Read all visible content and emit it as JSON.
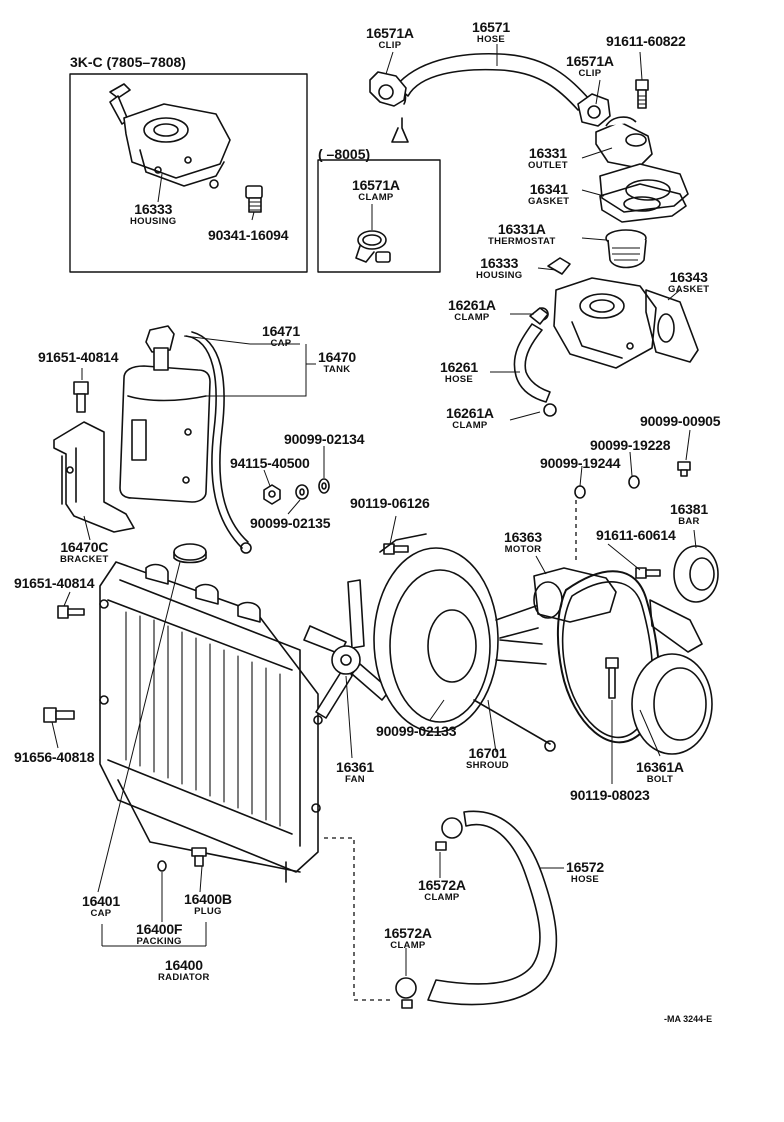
{
  "variants": {
    "left_box": "3K-C (7805–7808)",
    "mid_box": "(      –8005)"
  },
  "catalog_code": "-MA 3244-E",
  "labels": {
    "p16571A_top": {
      "part": "16571A",
      "name": "CLIP"
    },
    "p16571": {
      "part": "16571",
      "name": "HOSE"
    },
    "p16571A_right": {
      "part": "16571A",
      "name": "CLIP"
    },
    "p91611_60822": {
      "part": "91611-60822",
      "name": ""
    },
    "p16333_box": {
      "part": "16333",
      "name": "HOUSING"
    },
    "p90341_16094": {
      "part": "90341-16094",
      "name": ""
    },
    "p16571A_clamp": {
      "part": "16571A",
      "name": "CLAMP"
    },
    "p16331": {
      "part": "16331",
      "name": "OUTLET"
    },
    "p16341": {
      "part": "16341",
      "name": "GASKET"
    },
    "p16331A": {
      "part": "16331A",
      "name": "THERMOSTAT"
    },
    "p16333": {
      "part": "16333",
      "name": "HOUSING"
    },
    "p16343": {
      "part": "16343",
      "name": "GASKET"
    },
    "p16261A_top": {
      "part": "16261A",
      "name": "CLAMP"
    },
    "p16261": {
      "part": "16261",
      "name": "HOSE"
    },
    "p16261A_bot": {
      "part": "16261A",
      "name": "CLAMP"
    },
    "p16471": {
      "part": "16471",
      "name": "CAP"
    },
    "p16470": {
      "part": "16470",
      "name": "TANK"
    },
    "p91651_40814_a": {
      "part": "91651-40814",
      "name": ""
    },
    "p16470C": {
      "part": "16470C",
      "name": "BRACKET"
    },
    "p91651_40814_b": {
      "part": "91651-40814",
      "name": ""
    },
    "p91656_40818": {
      "part": "91656-40818",
      "name": ""
    },
    "p90099_02134": {
      "part": "90099-02134",
      "name": ""
    },
    "p94115_40500": {
      "part": "94115-40500",
      "name": ""
    },
    "p90099_02135": {
      "part": "90099-02135",
      "name": ""
    },
    "p90119_06126": {
      "part": "90119-06126",
      "name": ""
    },
    "p90099_00905": {
      "part": "90099-00905",
      "name": ""
    },
    "p90099_19228": {
      "part": "90099-19228",
      "name": ""
    },
    "p90099_19244": {
      "part": "90099-19244",
      "name": ""
    },
    "p16381": {
      "part": "16381",
      "name": "BAR"
    },
    "p16363": {
      "part": "16363",
      "name": "MOTOR"
    },
    "p91611_60614": {
      "part": "91611-60614",
      "name": ""
    },
    "p90099_02133": {
      "part": "90099-02133",
      "name": ""
    },
    "p16361": {
      "part": "16361",
      "name": "FAN"
    },
    "p16701": {
      "part": "16701",
      "name": "SHROUD"
    },
    "p16361A": {
      "part": "16361A",
      "name": "BOLT"
    },
    "p90119_08023": {
      "part": "90119-08023",
      "name": ""
    },
    "p16572": {
      "part": "16572",
      "name": "HOSE"
    },
    "p16572A_top": {
      "part": "16572A",
      "name": "CLAMP"
    },
    "p16572A_bot": {
      "part": "16572A",
      "name": "CLAMP"
    },
    "p16401": {
      "part": "16401",
      "name": "CAP"
    },
    "p16400B": {
      "part": "16400B",
      "name": "PLUG"
    },
    "p16400F": {
      "part": "16400F",
      "name": "PACKING"
    },
    "p16400": {
      "part": "16400",
      "name": "RADIATOR"
    }
  }
}
